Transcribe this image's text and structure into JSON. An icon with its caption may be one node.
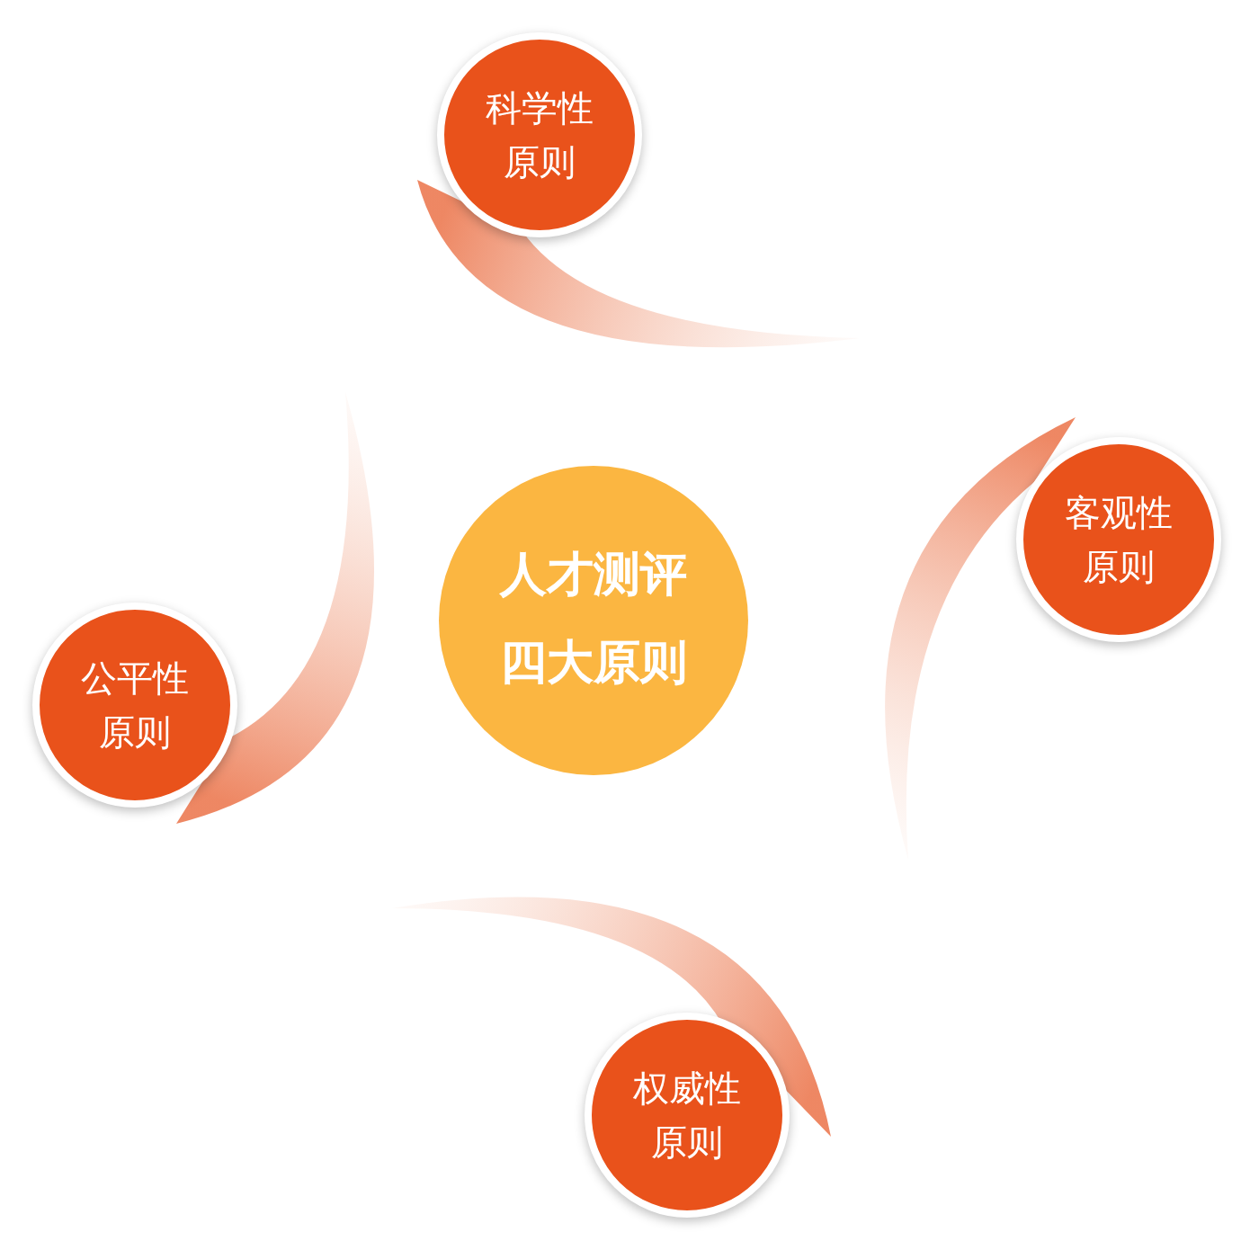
{
  "diagram": {
    "nodes": [
      {
        "text": [
          "科学性原则"
        ]
      },
      {
        "text": [
          "客观性原则"
        ]
      },
      {
        "text": [
          "人才测评四大原则"
        ]
      },
      {
        "text": [
          "公平性原则"
        ]
      },
      {
        "text": [
          "权威性原则"
        ]
      }
    ]
  }
}
